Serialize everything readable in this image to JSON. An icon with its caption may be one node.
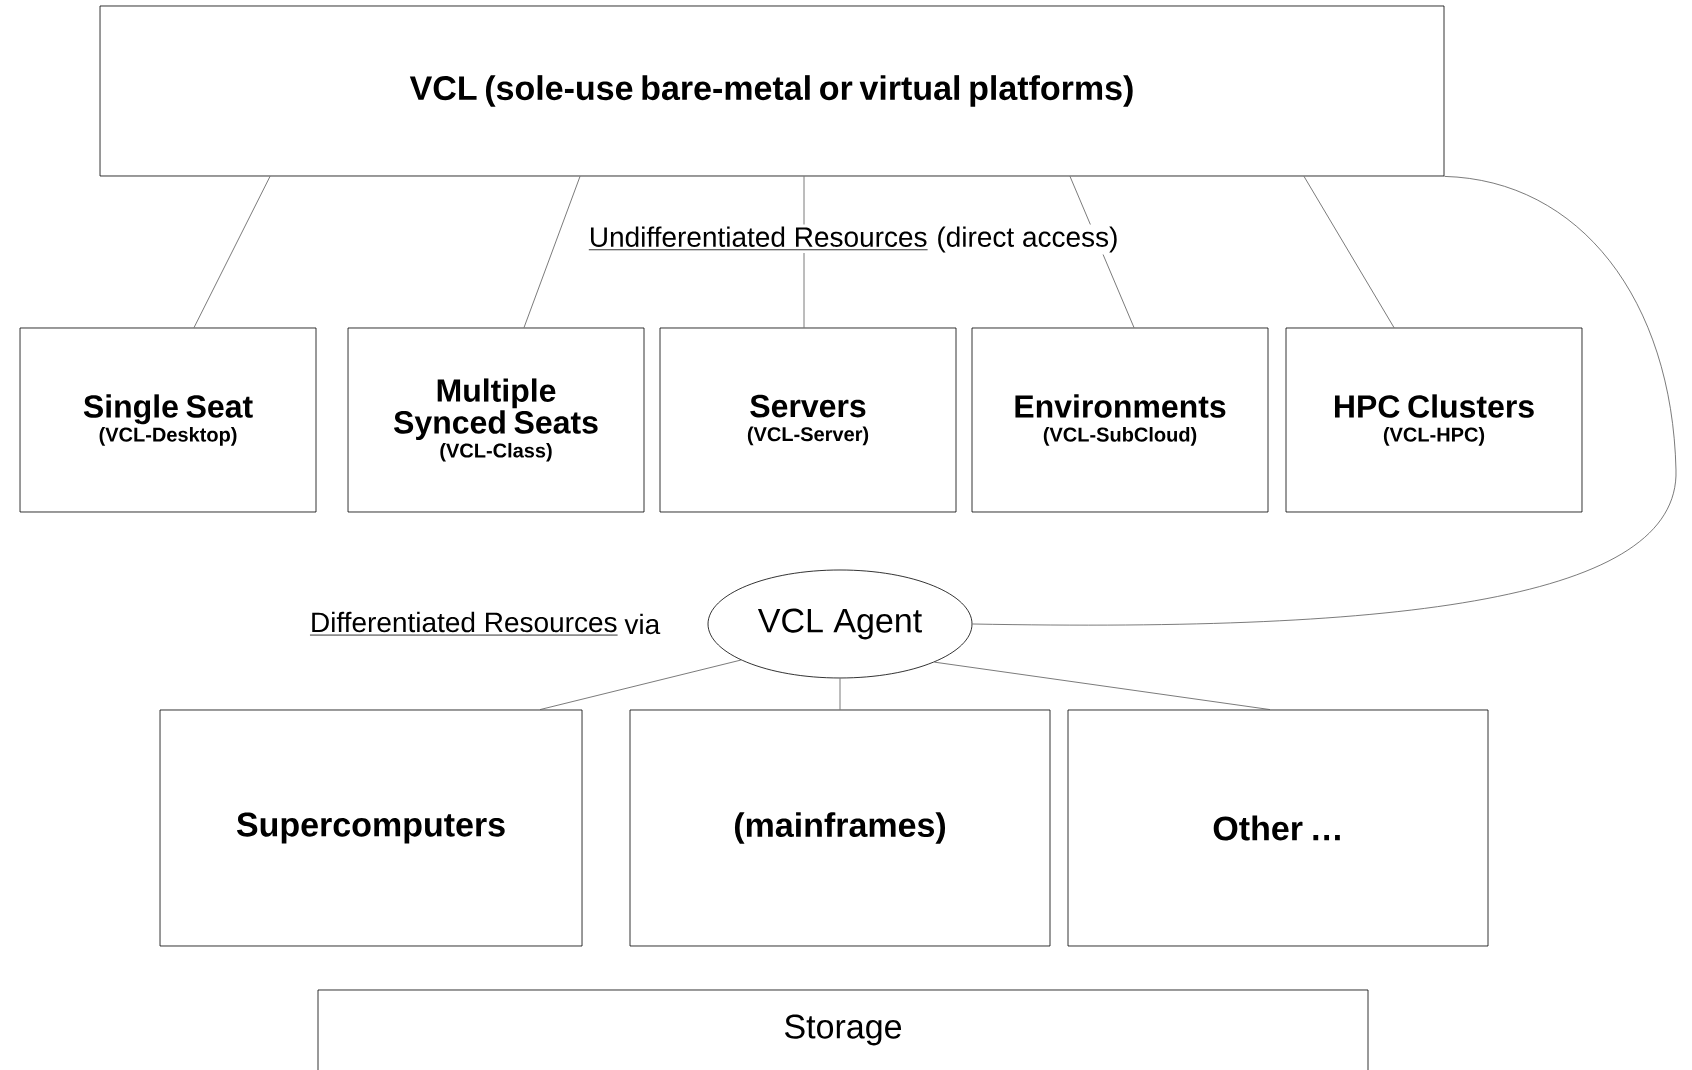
{
  "diagram": {
    "nodes": [
      {
        "text": [
          "VCL (sole-use bare-metal or virtual platforms)"
        ]
      },
      {
        "text": [
          "Single Seat",
          "(VCL-Desktop)"
        ]
      },
      {
        "text": [
          "Multiple Synced Seats",
          "(VCL-Class)"
        ]
      },
      {
        "text": [
          "Servers",
          "(VCL-Server)"
        ]
      },
      {
        "text": [
          "Environments",
          "(VCL-SubCloud)"
        ]
      },
      {
        "text": [
          "HPC Clusters",
          "(VCL-HPC)"
        ]
      },
      {
        "text": [
          "VCL Agent"
        ]
      },
      {
        "text": [
          "Supercomputers"
        ]
      },
      {
        "text": [
          "(mainframes)"
        ]
      },
      {
        "text": [
          "Other …"
        ]
      },
      {
        "text": [
          "Storage"
        ]
      }
    ],
    "edges": [
      {
        "from": 0,
        "to": 1,
        "arrow": "none"
      },
      {
        "from": 0,
        "to": 2,
        "arrow": "none"
      },
      {
        "from": 0,
        "to": 3,
        "arrow": "none"
      },
      {
        "from": 0,
        "to": 4,
        "arrow": "none"
      },
      {
        "from": 0,
        "to": 5,
        "arrow": "none"
      },
      {
        "from": 0,
        "to": 6,
        "arrow": "none"
      },
      {
        "from": 6,
        "to": 7,
        "arrow": "none"
      },
      {
        "from": 6,
        "to": 8,
        "arrow": "none"
      },
      {
        "from": 6,
        "to": 9,
        "arrow": "none"
      }
    ],
    "labels": [
      "Undifferentiated Resources",
      "(direct access)",
      "Differentiated Resources",
      "via"
    ]
  }
}
